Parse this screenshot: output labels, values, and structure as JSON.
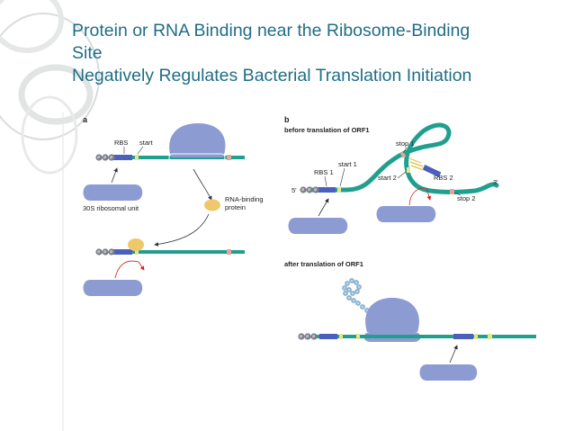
{
  "slide": {
    "title_line1": "Protein or RNA Binding near the Ribosome-Binding",
    "title_line2": "Site",
    "title_line3": "Negatively Regulates Bacterial Translation Initiation"
  },
  "colors": {
    "title": "#1f6e86",
    "mrna": "#1fa08e",
    "ribosome": "#8d9bd3",
    "rbs": "#4b5fbc",
    "start_codon": "#e8e48c",
    "stop_codon": "#e8a49a",
    "binding_protein": "#f0c86c",
    "polypeptide": "#b6d6ec",
    "arrow_red": "#d22020"
  },
  "panel_a": {
    "panel_letter": "a",
    "rbs_label": "RBS",
    "start_label": "start",
    "ribosomal_unit_label": "30S ribosomal unit",
    "binding_protein_label_line1": "RNA-binding",
    "binding_protein_label_line2": "protein"
  },
  "panel_b": {
    "panel_letter": "b",
    "before_heading": "before translation of ORF1",
    "after_heading": "after translation of ORF1",
    "five_prime": "5'",
    "three_prime": "3'",
    "stop1_label": "stop 1",
    "start1_label": "start 1",
    "rbs1_label": "RBS 1",
    "start2_label": "start 2",
    "rbs2_label": "RBS 2",
    "stop2_label": "stop 2"
  },
  "ppp": "P"
}
